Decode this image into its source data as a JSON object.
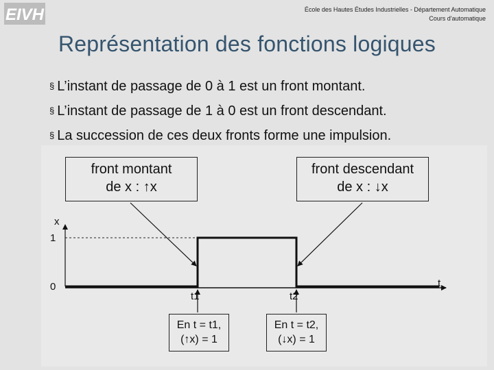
{
  "header": {
    "logo_text": "EIVH",
    "institution": "École des Hautes Études Industrielles - Département Automatique",
    "course": "Cours d'automatique"
  },
  "slide": {
    "title": "Représentation des fonctions logiques",
    "bullet_mark": "§",
    "bullets": [
      "L’instant de passage de 0 à 1 est un front montant.",
      "L’instant de passage de 1 à 0 est un front descendant.",
      "La succession de ces deux fronts forme une impulsion."
    ]
  },
  "diagram": {
    "rising_box": {
      "line1": "front montant",
      "line2": "de x : ↑x"
    },
    "falling_box": {
      "line1": "front descendant",
      "line2": "de x : ↓x"
    },
    "y_axis_label": "x",
    "y_tick_high": "1",
    "y_tick_low": "0",
    "x_axis_label": "t",
    "t1_label": "t1",
    "t2_label": "t2",
    "t1_note": {
      "line1": "En t = t1,",
      "line2": "(↑x) = 1"
    },
    "t2_note": {
      "line1": "En t = t2,",
      "line2": "(↓x) = 1"
    }
  }
}
